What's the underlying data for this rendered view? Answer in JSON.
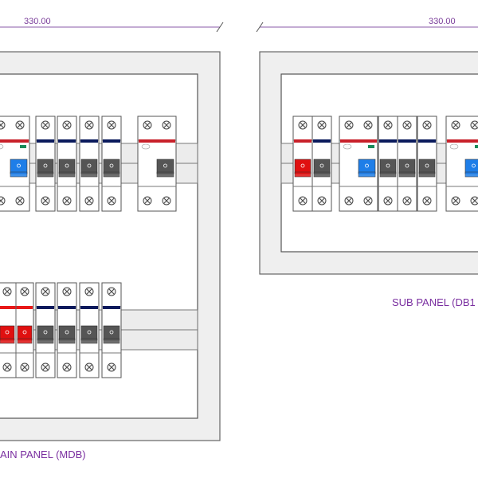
{
  "dimensions": {
    "main_width": "330.00",
    "sub_width": "330.00"
  },
  "labels": {
    "main_panel": "AIN PANEL (MDB)",
    "sub_panel": "SUB PANEL (DB1"
  },
  "colors": {
    "dimension": "#8a5aa8",
    "label": "#7a2fa0",
    "panel_frame": "#efefef",
    "rail": "#ececec",
    "bar_red": "#c8202a",
    "bar_navy": "#0a1a5c",
    "toggle_blue": "#1e7ee8",
    "toggle_red": "#e01010",
    "toggle_grey": "#555555",
    "indicator_green": "#1a8a5a"
  },
  "breakers": {
    "main_top": [
      "rcbo-blue",
      "mcb",
      "mcb",
      "mcb",
      "mcb",
      "rcd-grey"
    ],
    "main_bottom": [
      "4pole-red",
      "mcb",
      "mcb",
      "mcb",
      "mcb"
    ],
    "sub": [
      "mcb-red",
      "mcb",
      "rcbo-blue",
      "mcb",
      "mcb",
      "mcb",
      "rcbo-blue"
    ]
  }
}
